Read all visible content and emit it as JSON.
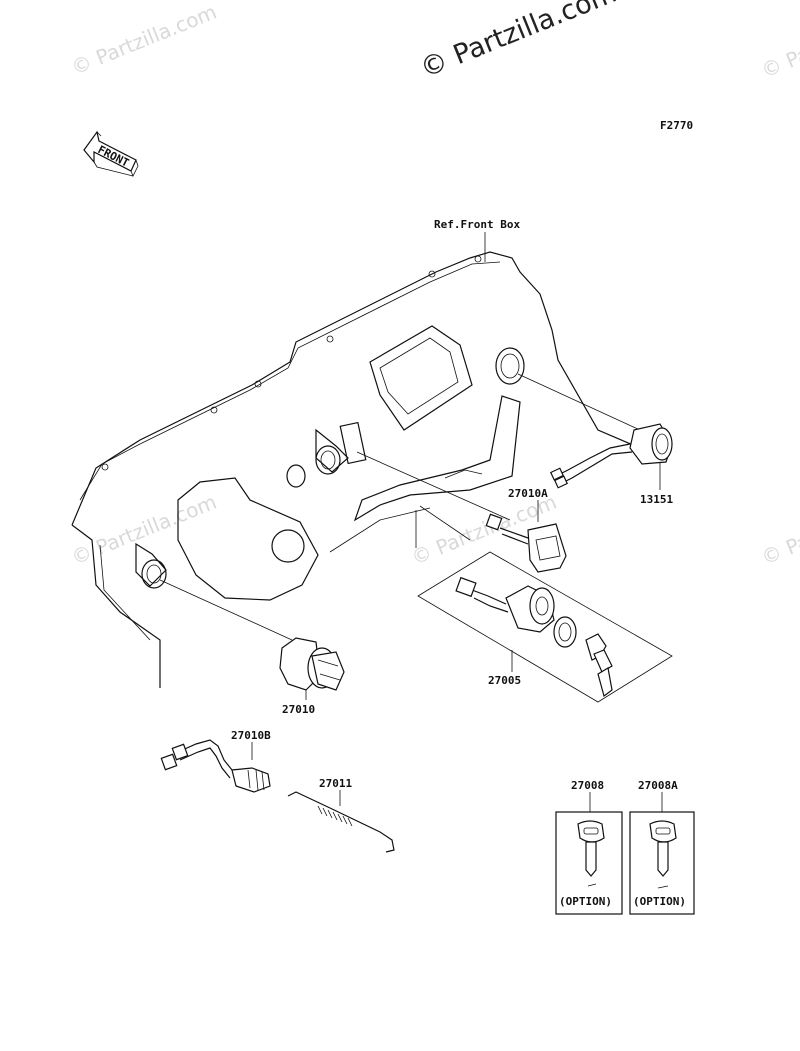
{
  "watermarks": {
    "main": "© Partzilla.com",
    "faint": "© Partzilla.com"
  },
  "figure_code": "F2770",
  "front_arrow_label": "FRONT",
  "ref_label": "Ref.Front Box",
  "parts": {
    "p13151": "13151",
    "p27010A": "27010A",
    "p27005": "27005",
    "p27010": "27010",
    "p27010B": "27010B",
    "p27011": "27011",
    "p27008": "27008",
    "p27008A": "27008A"
  },
  "option_label": "(OPTION)",
  "colors": {
    "line": "#111111",
    "watermark": "#d9d9d9",
    "background": "#ffffff"
  }
}
